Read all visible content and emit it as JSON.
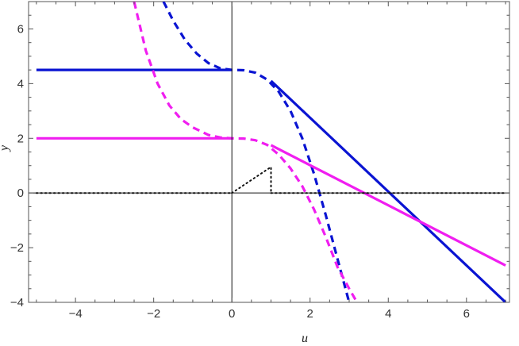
{
  "chart_data": {
    "type": "line",
    "title": "",
    "xlabel": "u",
    "ylabel": "y",
    "xlim": [
      -5.2,
      7.1
    ],
    "ylim": [
      -4,
      7
    ],
    "axes_origin": [
      0,
      0
    ],
    "grid": false,
    "legend": "none",
    "x_ticks": [
      -4,
      -2,
      0,
      2,
      4,
      6
    ],
    "x_tick_labels": [
      "−4",
      "−2",
      "0",
      "2",
      "4",
      "6"
    ],
    "y_ticks": [
      -4,
      -2,
      0,
      2,
      4,
      6
    ],
    "y_tick_labels": [
      "−4",
      "−2",
      "0",
      "2",
      "4",
      "6"
    ],
    "series": [
      {
        "color": "#0a14d2",
        "dash": "solid",
        "segments": [
          [
            [
              -5,
              4.5
            ],
            [
              0,
              4.5
            ]
          ],
          [
            [
              1,
              4.1
            ],
            [
              7,
              -4
            ]
          ]
        ]
      },
      {
        "color": "#0a14d2",
        "dash": "dashed",
        "segments": [
          [
            [
              -1.75,
              7
            ],
            [
              -1.5,
              6.3
            ],
            [
              -1.2,
              5.6
            ],
            [
              -0.9,
              5.1
            ],
            [
              -0.6,
              4.75
            ],
            [
              -0.3,
              4.56
            ],
            [
              0,
              4.5
            ],
            [
              0.3,
              4.49
            ],
            [
              0.6,
              4.4
            ],
            [
              0.9,
              4.15
            ],
            [
              1.2,
              3.7
            ],
            [
              1.5,
              3.0
            ],
            [
              1.8,
              2.0
            ],
            [
              2.1,
              0.7
            ],
            [
              2.4,
              -0.8
            ],
            [
              2.7,
              -2.4
            ],
            [
              3.0,
              -4
            ]
          ]
        ]
      },
      {
        "color": "#f01ef0",
        "dash": "solid",
        "segments": [
          [
            [
              -5,
              2
            ],
            [
              0,
              2
            ]
          ],
          [
            [
              1,
              1.75
            ],
            [
              7,
              -2.65
            ]
          ]
        ]
      },
      {
        "color": "#f01ef0",
        "dash": "dashed",
        "segments": [
          [
            [
              -2.5,
              7
            ],
            [
              -2.2,
              5.2
            ],
            [
              -1.9,
              4.0
            ],
            [
              -1.6,
              3.2
            ],
            [
              -1.3,
              2.7
            ],
            [
              -1.0,
              2.4
            ],
            [
              -0.6,
              2.12
            ],
            [
              -0.3,
              2.03
            ],
            [
              0,
              2.0
            ],
            [
              0.3,
              1.99
            ],
            [
              0.6,
              1.93
            ],
            [
              0.9,
              1.76
            ],
            [
              1.2,
              1.4
            ],
            [
              1.5,
              0.9
            ],
            [
              1.8,
              0.25
            ],
            [
              2.1,
              -0.6
            ],
            [
              2.4,
              -1.6
            ],
            [
              2.7,
              -2.7
            ],
            [
              3.0,
              -3.5
            ],
            [
              3.2,
              -4
            ]
          ]
        ]
      },
      {
        "color": "#111111",
        "dash": "dotted",
        "segments": [
          [
            [
              -5,
              0
            ],
            [
              0,
              0
            ]
          ],
          [
            [
              0,
              0
            ],
            [
              1,
              0.95
            ],
            [
              1,
              0
            ]
          ],
          [
            [
              1,
              0
            ],
            [
              7,
              0
            ]
          ]
        ]
      }
    ]
  }
}
